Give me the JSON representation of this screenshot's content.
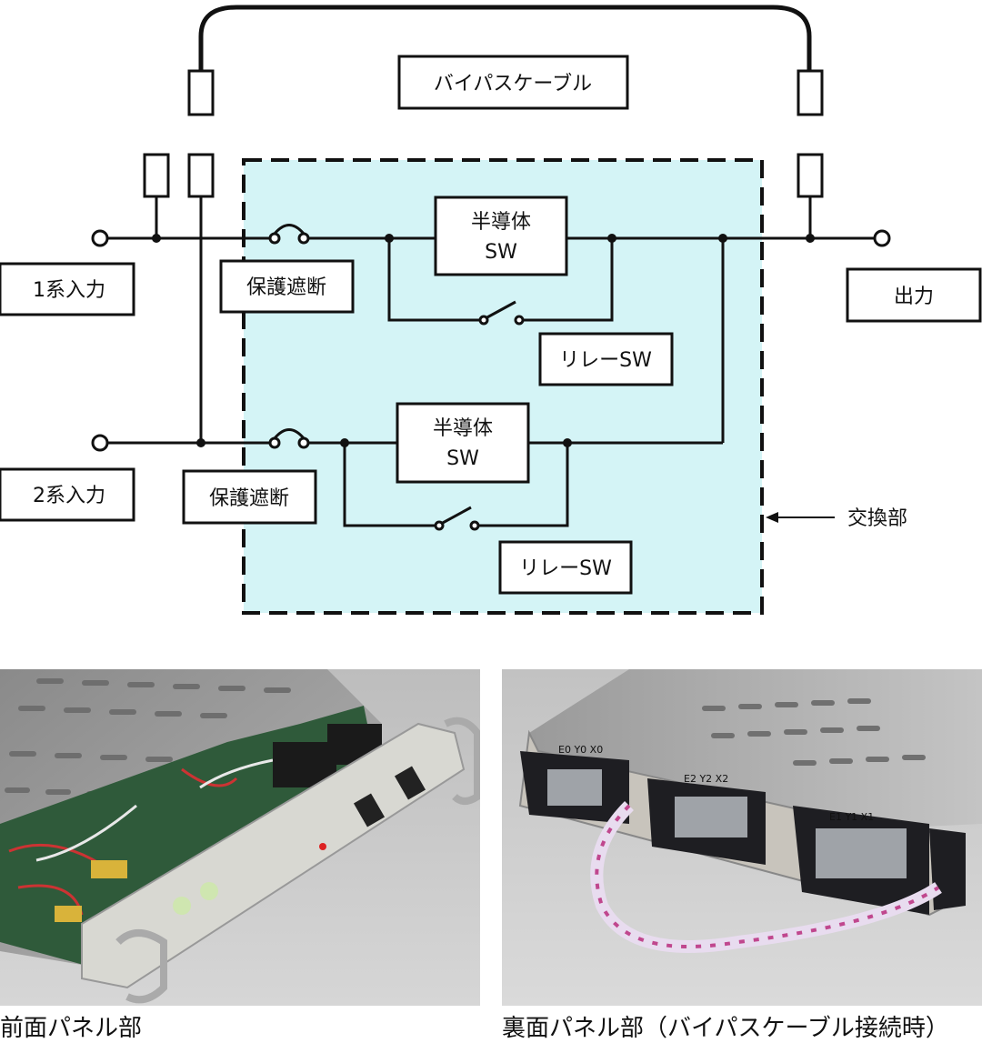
{
  "diagram": {
    "bypass_cable_label": "バイパスケーブル",
    "input1_label": "1系入力",
    "input2_label": "2系入力",
    "output_label": "出力",
    "breaker1_label": "保護遮断",
    "breaker2_label": "保護遮断",
    "semiconductor_sw1_line1": "半導体",
    "semiconductor_sw1_line2": "SW",
    "semiconductor_sw2_line1": "半導体",
    "semiconductor_sw2_line2": "SW",
    "relay_sw1_label": "リレーSW",
    "relay_sw2_label": "リレーSW",
    "exchange_unit_label": "交換部",
    "exchange_area_color": "#d4f4f6"
  },
  "photos": {
    "front_caption": "前面パネル部",
    "rear_caption": "裏面パネル部（バイパスケーブル接続時）",
    "rear_terminal_1_labels": "E0  Y0  X0",
    "rear_terminal_2_labels": "E2  Y2  X2",
    "rear_terminal_3_labels": "E1  Y1  X1"
  }
}
